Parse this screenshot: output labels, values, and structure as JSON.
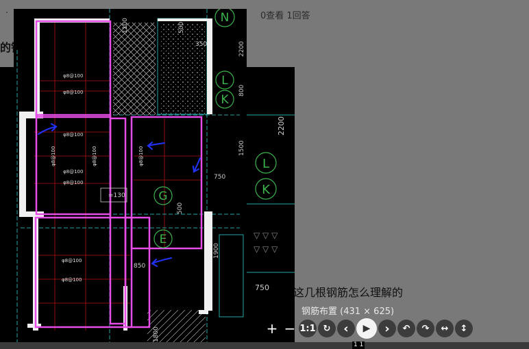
{
  "page": {
    "bullet": "·",
    "stats": "0查看  1回答",
    "title_fragment": "的钢"
  },
  "viewer": {
    "caption": "这几根钢筋怎么理解的",
    "image_info": "钢筋布置 (431 × 625)",
    "page_indicator": "1  1"
  },
  "toolbar": {
    "zoom_in": "+",
    "zoom_out": "−",
    "actual_size": "1:1",
    "refresh": "↻",
    "prev": "‹",
    "play": "▶",
    "next": "›",
    "rotate_left": "↶",
    "rotate_right": "↷",
    "flip_h": "↔",
    "flip_v": "↕"
  },
  "drawing": {
    "labels": {
      "n": "N",
      "l": "L",
      "k": "K",
      "g": "G",
      "e": "E",
      "rebar": "φ8@100",
      "dim_2200": "2200",
      "dim_800": "800",
      "dim_1500": "1500",
      "dim_750": "750",
      "dim_850": "850",
      "dim_500": "500",
      "dim_1900": "1900",
      "dim_1800": "1800",
      "dim_350": "350",
      "dim_130": "=130",
      "dim_1100": "1100"
    }
  },
  "colors": {
    "cad_bg": "#000000",
    "magenta": "#e64de6",
    "wall": "#ffffff",
    "blue_arrow": "#2233ff",
    "green": "#3cb44b",
    "grid_red": "#b31313",
    "cyan": "#27a6a6"
  }
}
